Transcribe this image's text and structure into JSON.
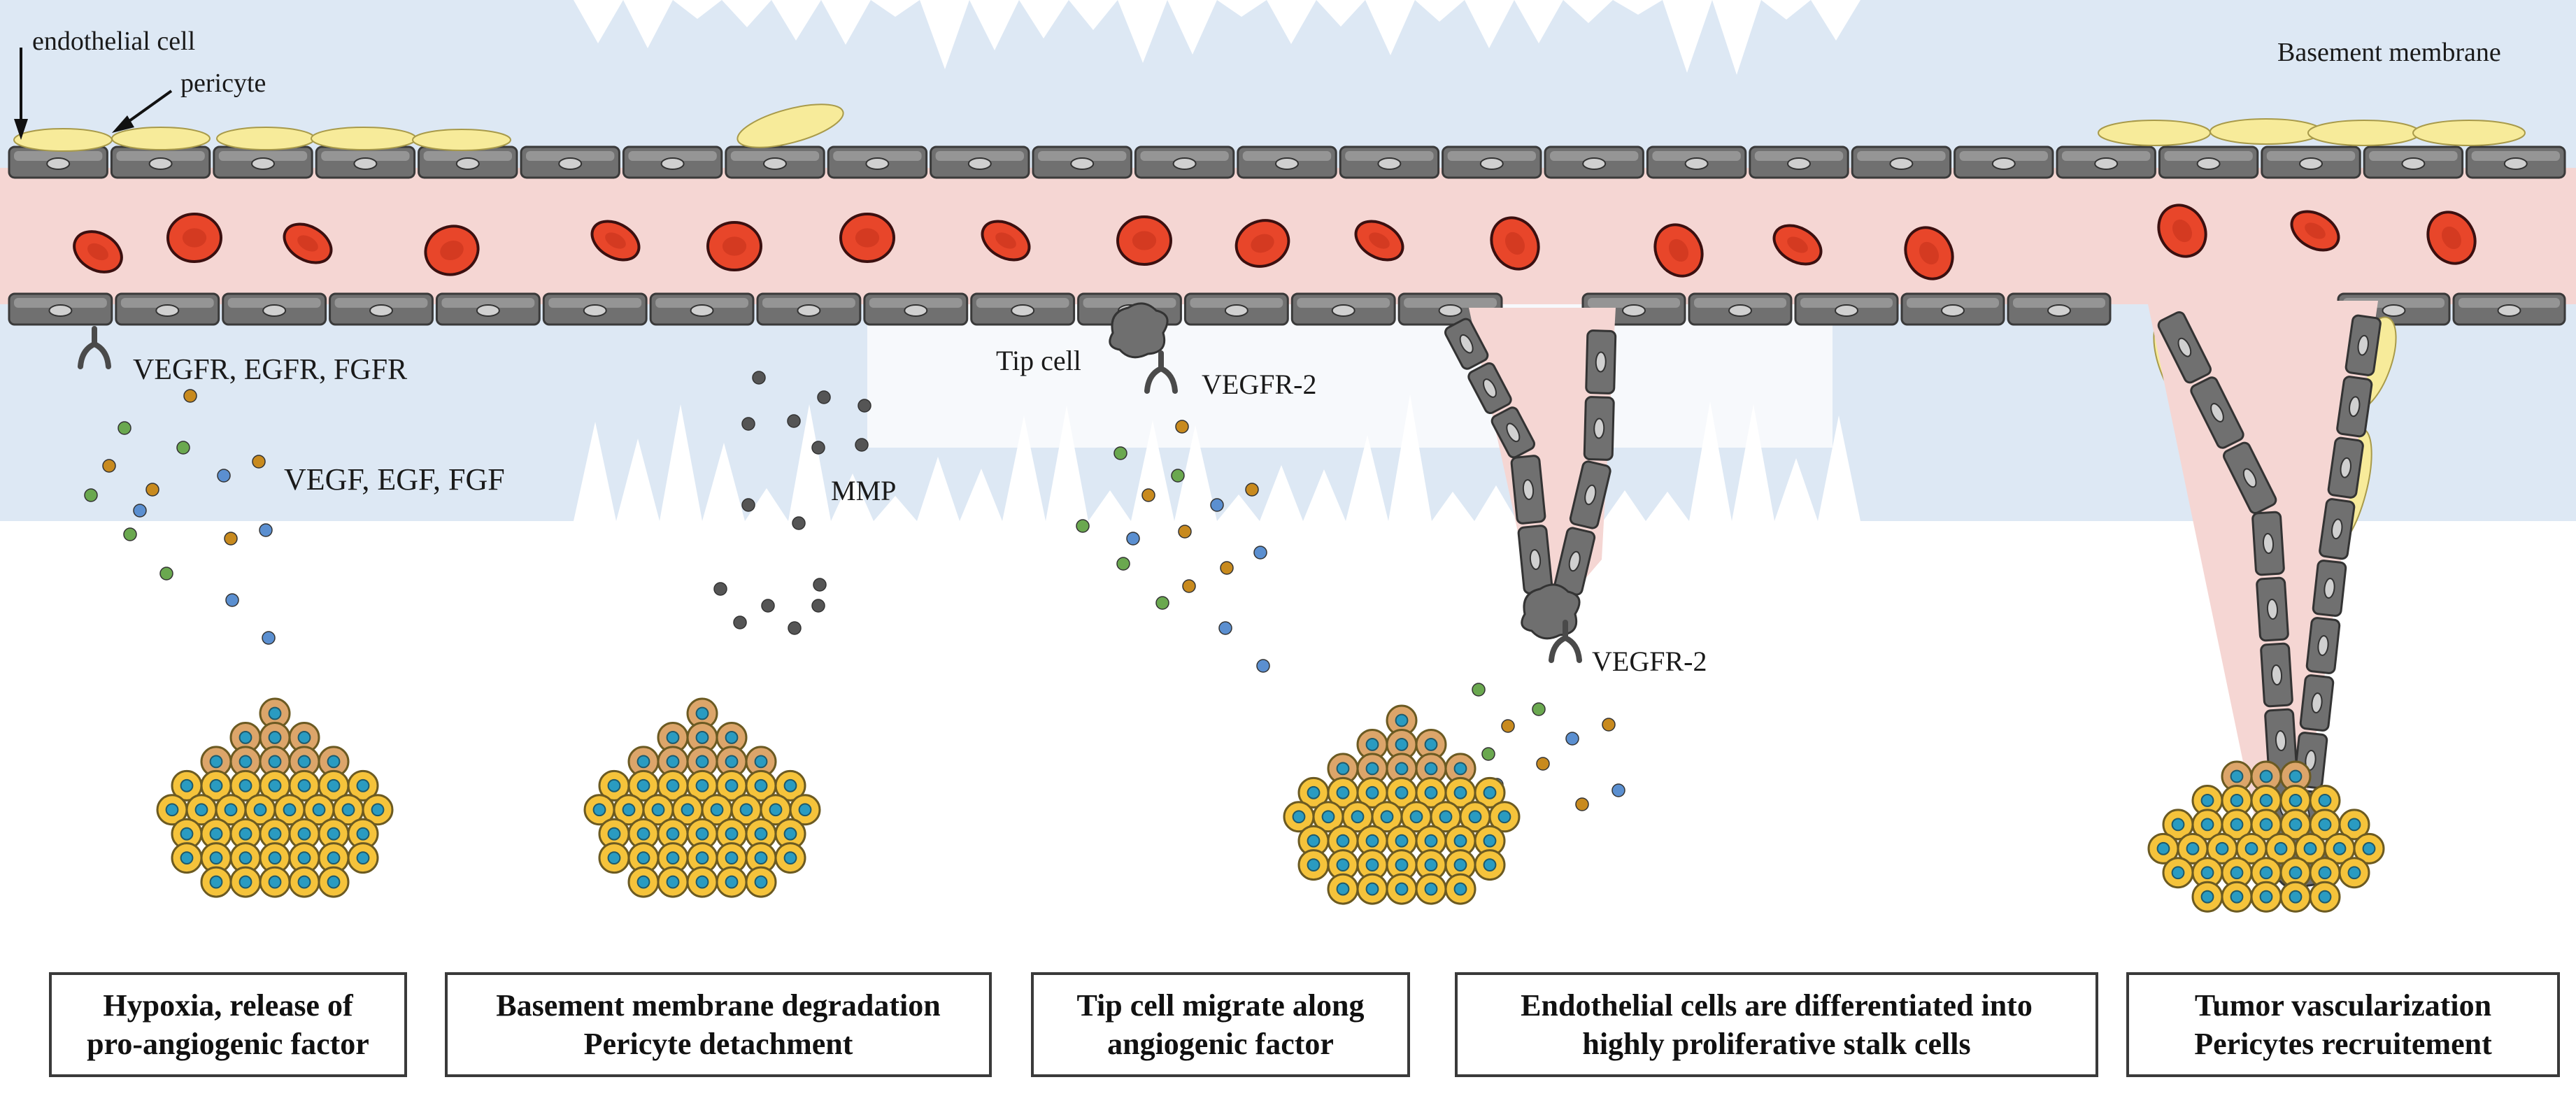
{
  "labels": {
    "endothelial_cell": "endothelial  cell",
    "pericyte": "pericyte",
    "basement_membrane": "Basement membrane",
    "receptors_1": "VEGFR, EGFR, FGFR",
    "factors_1": "VEGF, EGF, FGF",
    "mmp": "MMP",
    "tip_cell": "Tip cell",
    "vegfr2_a": "VEGFR-2",
    "vegfr2_b": "VEGFR-2"
  },
  "stages": [
    {
      "line1": "Hypoxia, release of",
      "line2": "pro-angiogenic factor"
    },
    {
      "line1": "Basement membrane degradation",
      "line2": "Pericyte detachment"
    },
    {
      "line1": "Tip cell migrate along",
      "line2": "angiogenic factor"
    },
    {
      "line1": "Endothelial cells are differentiated into",
      "line2": "highly proliferative stalk cells"
    },
    {
      "line1": "Tumor  vascularization",
      "line2": "Pericytes recruitement"
    }
  ],
  "colors": {
    "matrix": "#dde8f4",
    "lumen": "#f5d6d3",
    "endothelium": "#707070",
    "pericyte": "#f7eb9a",
    "rbc": "#e8462a",
    "tumor_cell": "#f5c33b",
    "tumor_nucleus": "#2a9bc1",
    "factor_green": "#6aa84f",
    "factor_blue": "#5b8fd0",
    "factor_orange": "#c88a1e",
    "mmp_grey": "#555555"
  }
}
